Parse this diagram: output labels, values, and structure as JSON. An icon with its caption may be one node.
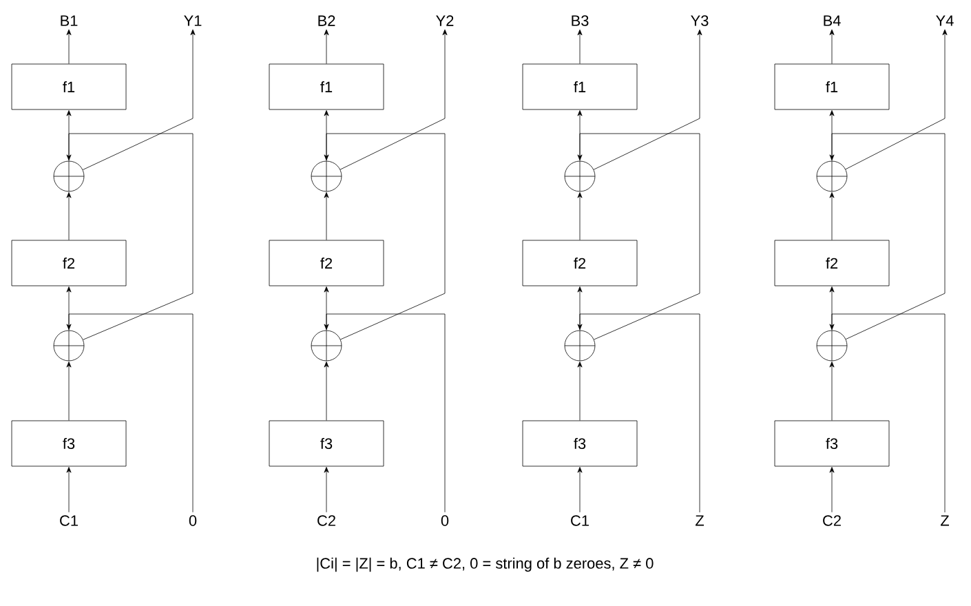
{
  "diagram": {
    "caption": "|Ci| = |Z| = b, C1 ≠ C2,  0 = string of b zeroes, Z ≠ 0",
    "nodes": [
      {
        "text": [
          "B1"
        ]
      },
      {
        "text": [
          "Y1"
        ]
      },
      {
        "text": [
          "f1"
        ]
      },
      {
        "text": [],
        "shape": "circle"
      },
      {
        "text": [
          "f2"
        ]
      },
      {
        "text": [],
        "shape": "circle"
      },
      {
        "text": [
          "f3"
        ]
      },
      {
        "text": [
          "C1"
        ]
      },
      {
        "text": [
          "0"
        ]
      },
      {
        "text": [
          "B2"
        ]
      },
      {
        "text": [
          "Y2"
        ]
      },
      {
        "text": [
          "f1"
        ]
      },
      {
        "text": [],
        "shape": "circle"
      },
      {
        "text": [
          "f2"
        ]
      },
      {
        "text": [],
        "shape": "circle"
      },
      {
        "text": [
          "f3"
        ]
      },
      {
        "text": [
          "C2"
        ]
      },
      {
        "text": [
          "0"
        ]
      },
      {
        "text": [
          "B3"
        ]
      },
      {
        "text": [
          "Y3"
        ]
      },
      {
        "text": [
          "f1"
        ]
      },
      {
        "text": [],
        "shape": "circle"
      },
      {
        "text": [
          "f2"
        ]
      },
      {
        "text": [],
        "shape": "circle"
      },
      {
        "text": [
          "f3"
        ]
      },
      {
        "text": [
          "C1"
        ]
      },
      {
        "text": [
          "Z"
        ]
      },
      {
        "text": [
          "B4"
        ]
      },
      {
        "text": [
          "Y4"
        ]
      },
      {
        "text": [
          "f1"
        ]
      },
      {
        "text": [],
        "shape": "circle"
      },
      {
        "text": [
          "f2"
        ]
      },
      {
        "text": [],
        "shape": "circle"
      },
      {
        "text": [
          "f3"
        ]
      },
      {
        "text": [
          "C2"
        ]
      },
      {
        "text": [
          "Z"
        ]
      }
    ],
    "edges": [
      {
        "from": 7,
        "to": 6,
        "arrow": "to"
      },
      {
        "from": 6,
        "to": 5,
        "arrow": "to"
      },
      {
        "from": 5,
        "to": 4,
        "arrow": "to"
      },
      {
        "from": 8,
        "to": 5,
        "arrow": "to"
      },
      {
        "from": 4,
        "to": 3,
        "arrow": "to"
      },
      {
        "from": 5,
        "to": 3,
        "arrow": "to"
      },
      {
        "from": 3,
        "to": 2,
        "arrow": "to"
      },
      {
        "from": 3,
        "to": 1,
        "arrow": "to"
      },
      {
        "from": 2,
        "to": 0,
        "arrow": "to"
      },
      {
        "from": 16,
        "to": 15,
        "arrow": "to"
      },
      {
        "from": 15,
        "to": 14,
        "arrow": "to"
      },
      {
        "from": 14,
        "to": 13,
        "arrow": "to"
      },
      {
        "from": 17,
        "to": 14,
        "arrow": "to"
      },
      {
        "from": 13,
        "to": 12,
        "arrow": "to"
      },
      {
        "from": 14,
        "to": 12,
        "arrow": "to"
      },
      {
        "from": 12,
        "to": 11,
        "arrow": "to"
      },
      {
        "from": 12,
        "to": 10,
        "arrow": "to"
      },
      {
        "from": 11,
        "to": 9,
        "arrow": "to"
      },
      {
        "from": 25,
        "to": 24,
        "arrow": "to"
      },
      {
        "from": 24,
        "to": 23,
        "arrow": "to"
      },
      {
        "from": 23,
        "to": 22,
        "arrow": "to"
      },
      {
        "from": 26,
        "to": 23,
        "arrow": "to"
      },
      {
        "from": 22,
        "to": 21,
        "arrow": "to"
      },
      {
        "from": 23,
        "to": 21,
        "arrow": "to"
      },
      {
        "from": 21,
        "to": 20,
        "arrow": "to"
      },
      {
        "from": 21,
        "to": 19,
        "arrow": "to"
      },
      {
        "from": 20,
        "to": 18,
        "arrow": "to"
      },
      {
        "from": 34,
        "to": 33,
        "arrow": "to"
      },
      {
        "from": 33,
        "to": 32,
        "arrow": "to"
      },
      {
        "from": 32,
        "to": 31,
        "arrow": "to"
      },
      {
        "from": 35,
        "to": 32,
        "arrow": "to"
      },
      {
        "from": 31,
        "to": 30,
        "arrow": "to"
      },
      {
        "from": 32,
        "to": 30,
        "arrow": "to"
      },
      {
        "from": 30,
        "to": 29,
        "arrow": "to"
      },
      {
        "from": 30,
        "to": 28,
        "arrow": "to"
      },
      {
        "from": 29,
        "to": 27,
        "arrow": "to"
      }
    ]
  }
}
